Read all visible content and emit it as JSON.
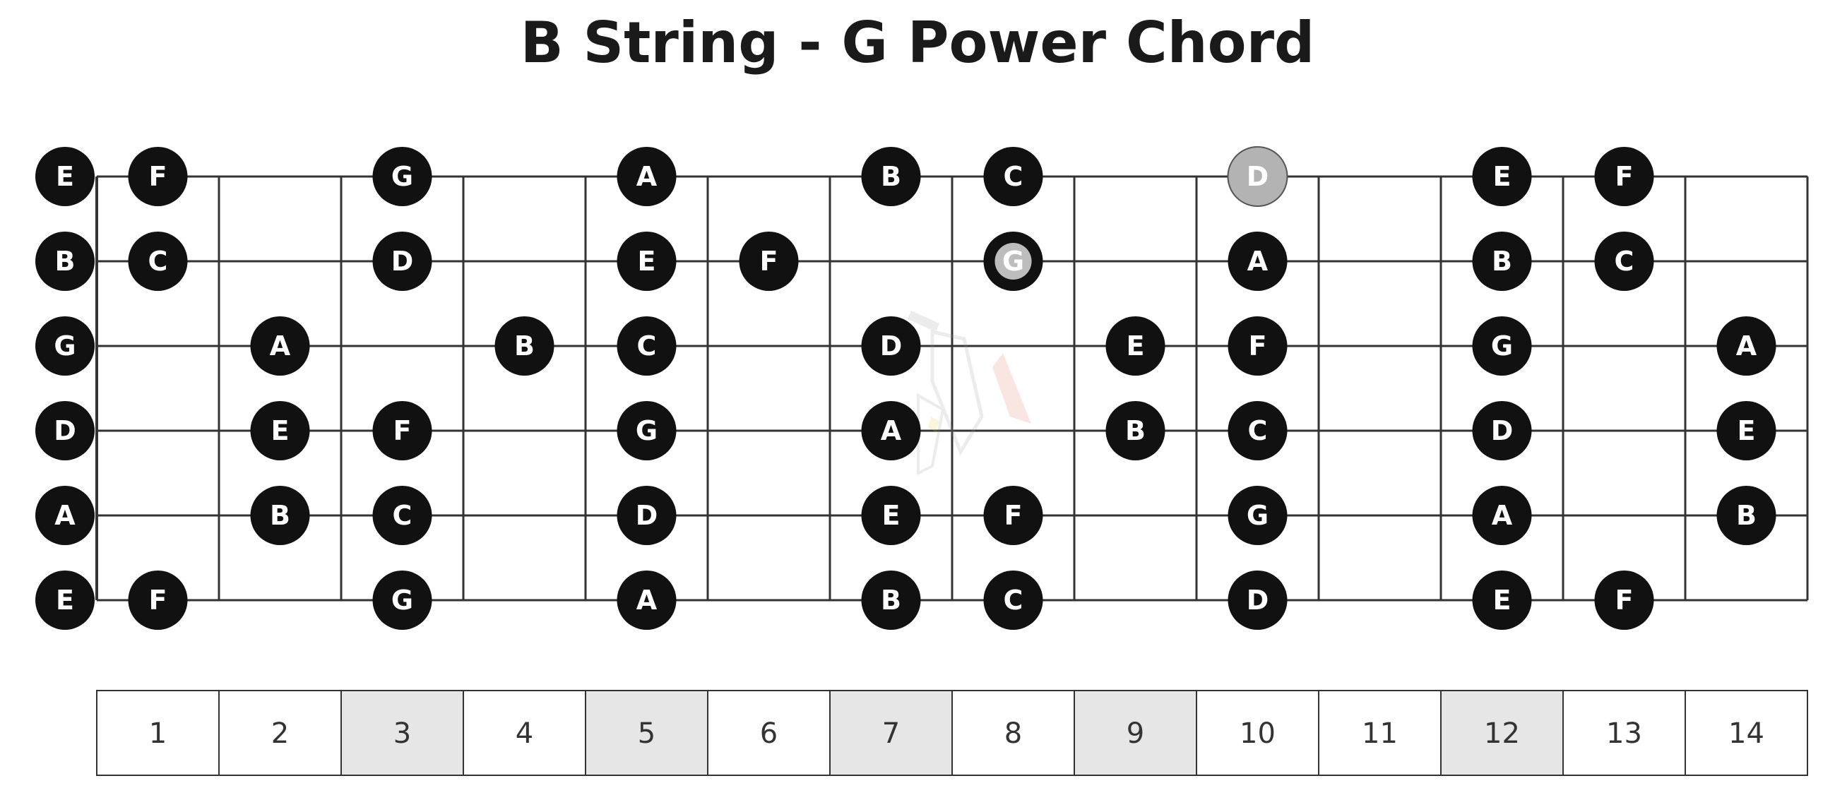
{
  "title": "B String - G Power Chord",
  "colors": {
    "note_fill": "#111111",
    "note_text": "#ffffff",
    "highlight_outer": "#111111",
    "highlight_inner": "#bdbdbd",
    "root_fill": "#b3b3b3",
    "fret_line": "#333333",
    "marker_shade": "#e6e6e6"
  },
  "fret_numbers": [
    "1",
    "2",
    "3",
    "4",
    "5",
    "6",
    "7",
    "8",
    "9",
    "10",
    "11",
    "12",
    "13",
    "14"
  ],
  "shaded_frets": [
    3,
    5,
    7,
    9,
    12
  ],
  "strings": [
    {
      "name": "high-e",
      "notes": [
        {
          "fret": 0,
          "note": "E"
        },
        {
          "fret": 1,
          "note": "F"
        },
        {
          "fret": 3,
          "note": "G"
        },
        {
          "fret": 5,
          "note": "A"
        },
        {
          "fret": 7,
          "note": "B"
        },
        {
          "fret": 8,
          "note": "C"
        },
        {
          "fret": 10,
          "note": "D",
          "style": "root"
        },
        {
          "fret": 12,
          "note": "E"
        },
        {
          "fret": 13,
          "note": "F"
        }
      ]
    },
    {
      "name": "b",
      "notes": [
        {
          "fret": 0,
          "note": "B"
        },
        {
          "fret": 1,
          "note": "C"
        },
        {
          "fret": 3,
          "note": "D"
        },
        {
          "fret": 5,
          "note": "E"
        },
        {
          "fret": 6,
          "note": "F"
        },
        {
          "fret": 8,
          "note": "G",
          "style": "highlight"
        },
        {
          "fret": 10,
          "note": "A"
        },
        {
          "fret": 12,
          "note": "B"
        },
        {
          "fret": 13,
          "note": "C"
        }
      ]
    },
    {
      "name": "g",
      "notes": [
        {
          "fret": 0,
          "note": "G"
        },
        {
          "fret": 2,
          "note": "A"
        },
        {
          "fret": 4,
          "note": "B"
        },
        {
          "fret": 5,
          "note": "C"
        },
        {
          "fret": 7,
          "note": "D"
        },
        {
          "fret": 9,
          "note": "E"
        },
        {
          "fret": 10,
          "note": "F"
        },
        {
          "fret": 12,
          "note": "G"
        },
        {
          "fret": 14,
          "note": "A"
        }
      ]
    },
    {
      "name": "d",
      "notes": [
        {
          "fret": 0,
          "note": "D"
        },
        {
          "fret": 2,
          "note": "E"
        },
        {
          "fret": 3,
          "note": "F"
        },
        {
          "fret": 5,
          "note": "G"
        },
        {
          "fret": 7,
          "note": "A"
        },
        {
          "fret": 9,
          "note": "B"
        },
        {
          "fret": 10,
          "note": "C"
        },
        {
          "fret": 12,
          "note": "D"
        },
        {
          "fret": 14,
          "note": "E"
        }
      ]
    },
    {
      "name": "a",
      "notes": [
        {
          "fret": 0,
          "note": "A"
        },
        {
          "fret": 2,
          "note": "B"
        },
        {
          "fret": 3,
          "note": "C"
        },
        {
          "fret": 5,
          "note": "D"
        },
        {
          "fret": 7,
          "note": "E"
        },
        {
          "fret": 8,
          "note": "F"
        },
        {
          "fret": 10,
          "note": "G"
        },
        {
          "fret": 12,
          "note": "A"
        },
        {
          "fret": 14,
          "note": "B"
        }
      ]
    },
    {
      "name": "low-e",
      "notes": [
        {
          "fret": 0,
          "note": "E"
        },
        {
          "fret": 1,
          "note": "F"
        },
        {
          "fret": 3,
          "note": "G"
        },
        {
          "fret": 5,
          "note": "A"
        },
        {
          "fret": 7,
          "note": "B"
        },
        {
          "fret": 8,
          "note": "C"
        },
        {
          "fret": 10,
          "note": "D"
        },
        {
          "fret": 12,
          "note": "E"
        },
        {
          "fret": 13,
          "note": "F"
        }
      ]
    }
  ]
}
